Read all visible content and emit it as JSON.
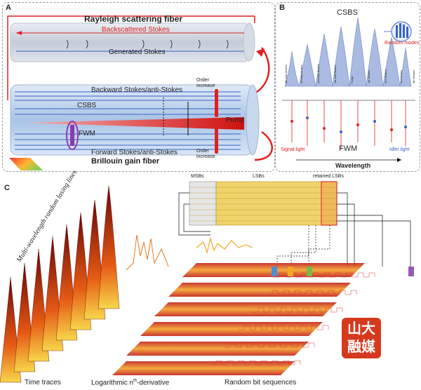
{
  "panels": {
    "a": "A",
    "b": "B",
    "c": "C"
  },
  "panel_a": {
    "rayleigh_title": "Rayleigh scattering fiber",
    "backscattered": "Backscattered Stokes",
    "generated": "Generated Stokes",
    "backward": "Backward Stokes/anti-Stokes",
    "csbs": "CSBS",
    "fwm": "FWM",
    "pump": "Pump",
    "forward": "Forward Stokes/anti-Stokes",
    "brillouin_title": "Brillouin gain fiber",
    "order_increase_top": "Order increase",
    "order_increase_bottom": "Order increase"
  },
  "panel_b": {
    "csbs": "CSBS",
    "random_modes": "Random modes",
    "fwm": "FWM",
    "signal_light": "Signal light",
    "idler_light": "Idler light",
    "wavelength": "Wavelength",
    "line_labels": [
      "4th anti-Stokes",
      "3rd anti-Stokes",
      "2nd anti-Stokes",
      "1st anti-Stokes",
      "Pump",
      "1st Stokes",
      "2nd Stokes",
      "3rd Stokes",
      "4th Stokes"
    ]
  },
  "panel_c": {
    "msbs": "MSBs",
    "lsbs": "LSBs",
    "retained": "retained LSBs",
    "side_label": "Multi-wavelength random lasing lines",
    "time_traces": "Time traces",
    "derivative": "Logarithmic n",
    "derivative_sup": "th",
    "derivative_suffix": "-derivative",
    "random_bits": "Random bit sequences"
  },
  "watermark": {
    "line1": "山大",
    "line2": "融媒"
  },
  "colors": {
    "red": "#e02020",
    "blue": "#3a63c8",
    "orange": "#f5a623",
    "gold": "#e9c84a",
    "dark_red": "#8b0d0d"
  }
}
